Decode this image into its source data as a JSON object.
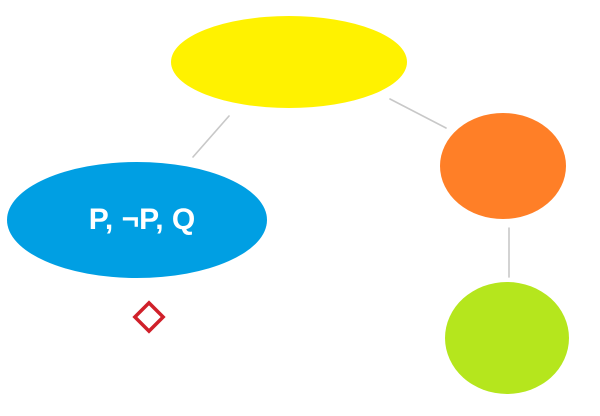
{
  "diagram": {
    "type": "tree",
    "colors": {
      "root": "#FFF200",
      "left": "#009FE3",
      "right": "#FF7F27",
      "right_child": "#B5E61D",
      "edge": "#C8C8C8",
      "marker": "#D0202A"
    },
    "nodes": [
      {
        "id": "root",
        "label": ""
      },
      {
        "id": "left",
        "label": "P, ¬P, Q"
      },
      {
        "id": "right",
        "label": ""
      },
      {
        "id": "right_child",
        "label": ""
      }
    ],
    "edges": [
      {
        "from": "root",
        "to": "left"
      },
      {
        "from": "root",
        "to": "right"
      },
      {
        "from": "right",
        "to": "right_child"
      }
    ],
    "markers": [
      {
        "attached_to": "left",
        "icon": "diamond-icon"
      }
    ]
  }
}
